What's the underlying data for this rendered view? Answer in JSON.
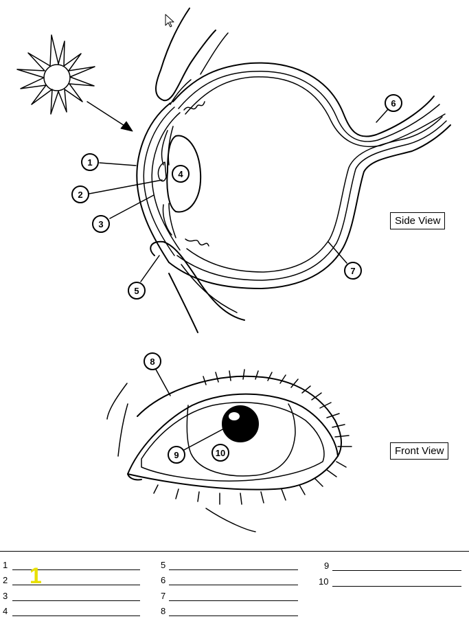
{
  "diagram": {
    "callouts": [
      "1",
      "2",
      "3",
      "4",
      "5",
      "6",
      "7",
      "8",
      "9",
      "10"
    ],
    "side_view_label": "Side View",
    "front_view_label": "Front View",
    "overlay_mark": "1",
    "icons": [
      "sun-icon",
      "cursor-arrow-icon"
    ]
  },
  "answers": {
    "column1": [
      "1",
      "2",
      "3",
      "4"
    ],
    "column2": [
      "5",
      "6",
      "7",
      "8"
    ],
    "column3": [
      "9",
      "10"
    ]
  }
}
